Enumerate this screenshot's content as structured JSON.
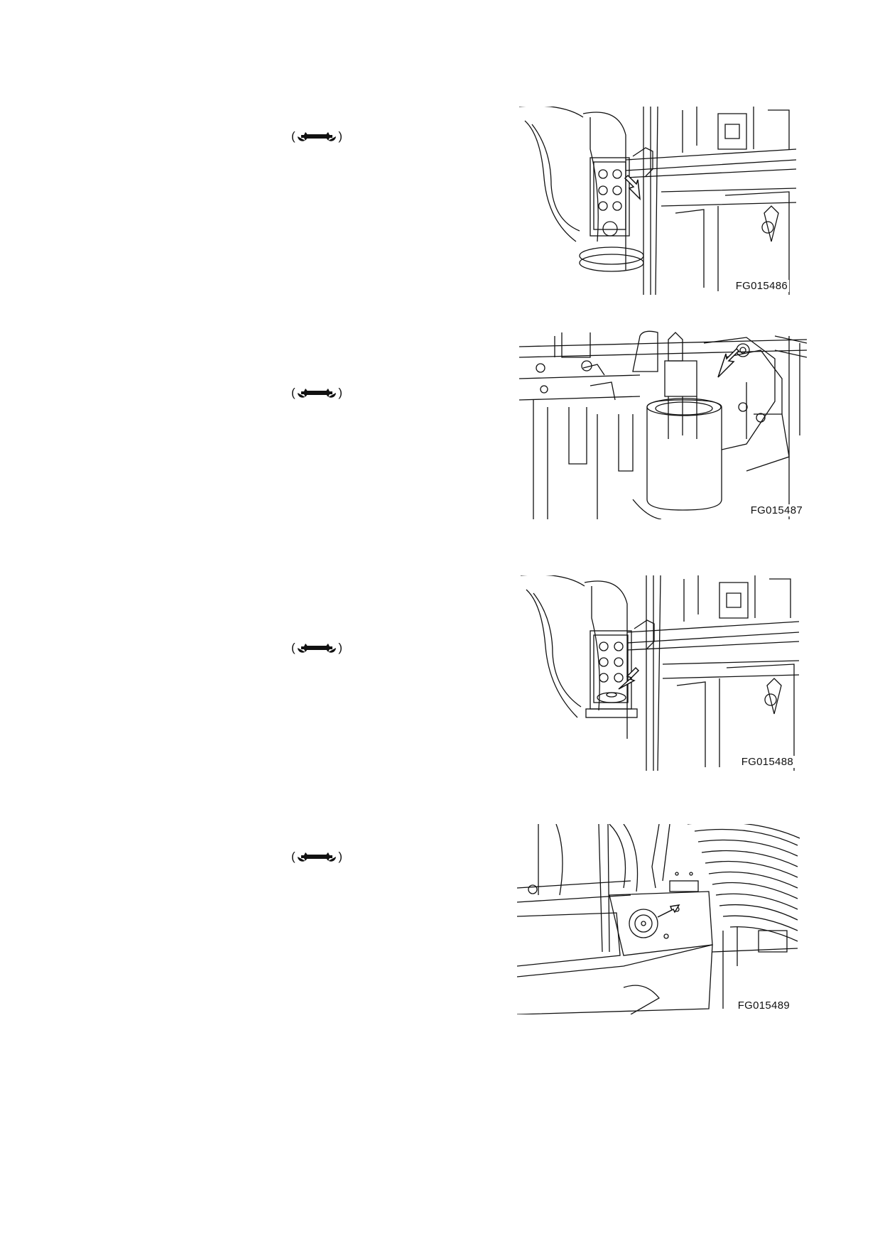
{
  "steps": [
    {
      "torque_icon": "wrench-icon",
      "open_paren": "(",
      "close_paren": ")",
      "figure_id": "FG015486"
    },
    {
      "torque_icon": "wrench-icon",
      "open_paren": "(",
      "close_paren": ")",
      "figure_id": "FG015487"
    },
    {
      "torque_icon": "wrench-icon",
      "open_paren": "(",
      "close_paren": ")",
      "figure_id": "FG015488"
    },
    {
      "torque_icon": "wrench-icon",
      "open_paren": "(",
      "close_paren": ")",
      "figure_id": "FG015489"
    }
  ]
}
